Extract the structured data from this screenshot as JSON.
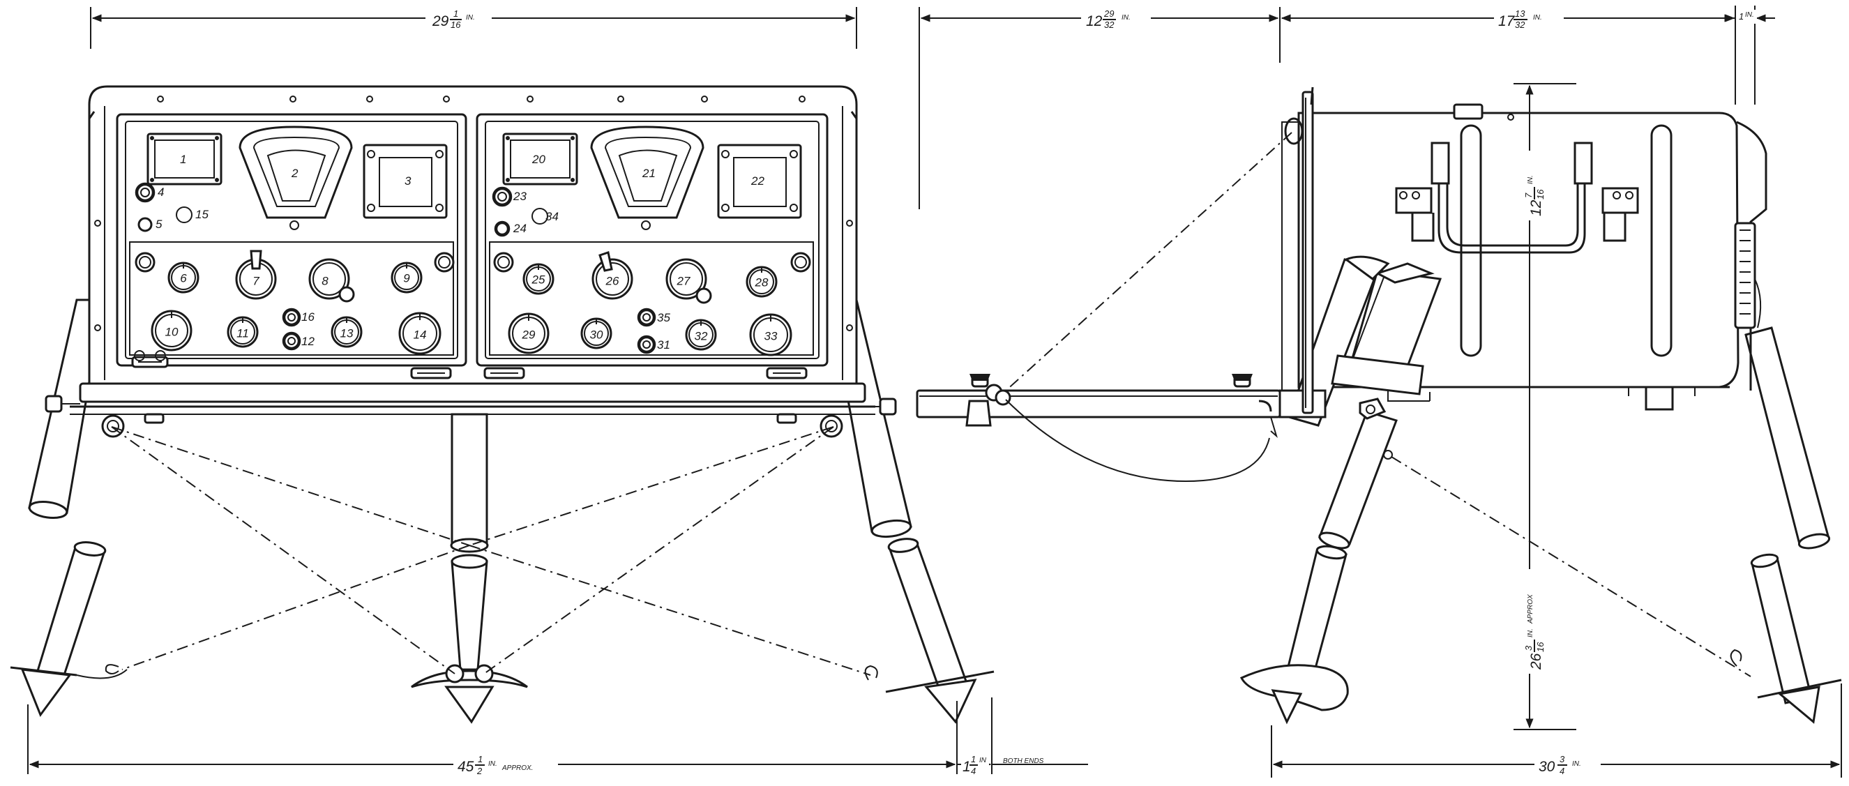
{
  "front_view": {
    "labels": {
      "l1": "1",
      "l2": "2",
      "l3": "3",
      "l4": "4",
      "l5": "5",
      "l6": "6",
      "l7": "7",
      "l8": "8",
      "l9": "9",
      "l10": "10",
      "l11": "11",
      "l12": "12",
      "l13": "13",
      "l14": "14",
      "l15": "15",
      "l16": "16",
      "l20": "20",
      "l21": "21",
      "l22": "22",
      "l23": "23",
      "l24": "24",
      "l25": "25",
      "l26": "26",
      "l27": "27",
      "l28": "28",
      "l29": "29",
      "l30": "30",
      "l31": "31",
      "l32": "32",
      "l33": "33",
      "l34": "34",
      "l35": "35"
    }
  },
  "dimensions": {
    "top_width": {
      "whole": "29",
      "num": "1",
      "den": "16",
      "unit": "IN."
    },
    "side_left": {
      "whole": "12",
      "num": "29",
      "den": "32",
      "unit": "IN."
    },
    "side_depth": {
      "whole": "17",
      "num": "13",
      "den": "32",
      "unit": "IN."
    },
    "side_right": {
      "whole": "1",
      "unit": "IN."
    },
    "height_case": {
      "whole": "12",
      "num": "7",
      "den": "16",
      "unit": "IN."
    },
    "height_overall": {
      "whole": "26",
      "num": "3",
      "den": "16",
      "unit": "IN.",
      "note": "APPROX"
    },
    "bottom_width": {
      "whole": "45",
      "num": "1",
      "den": "2",
      "unit": "IN.",
      "note": "APPROX."
    },
    "ends": {
      "whole": "1",
      "num": "1",
      "den": "4",
      "unit": "IN",
      "note": "BOTH ENDS"
    },
    "side_bottom": {
      "whole": "30",
      "num": "3",
      "den": "4",
      "unit": "IN."
    }
  }
}
